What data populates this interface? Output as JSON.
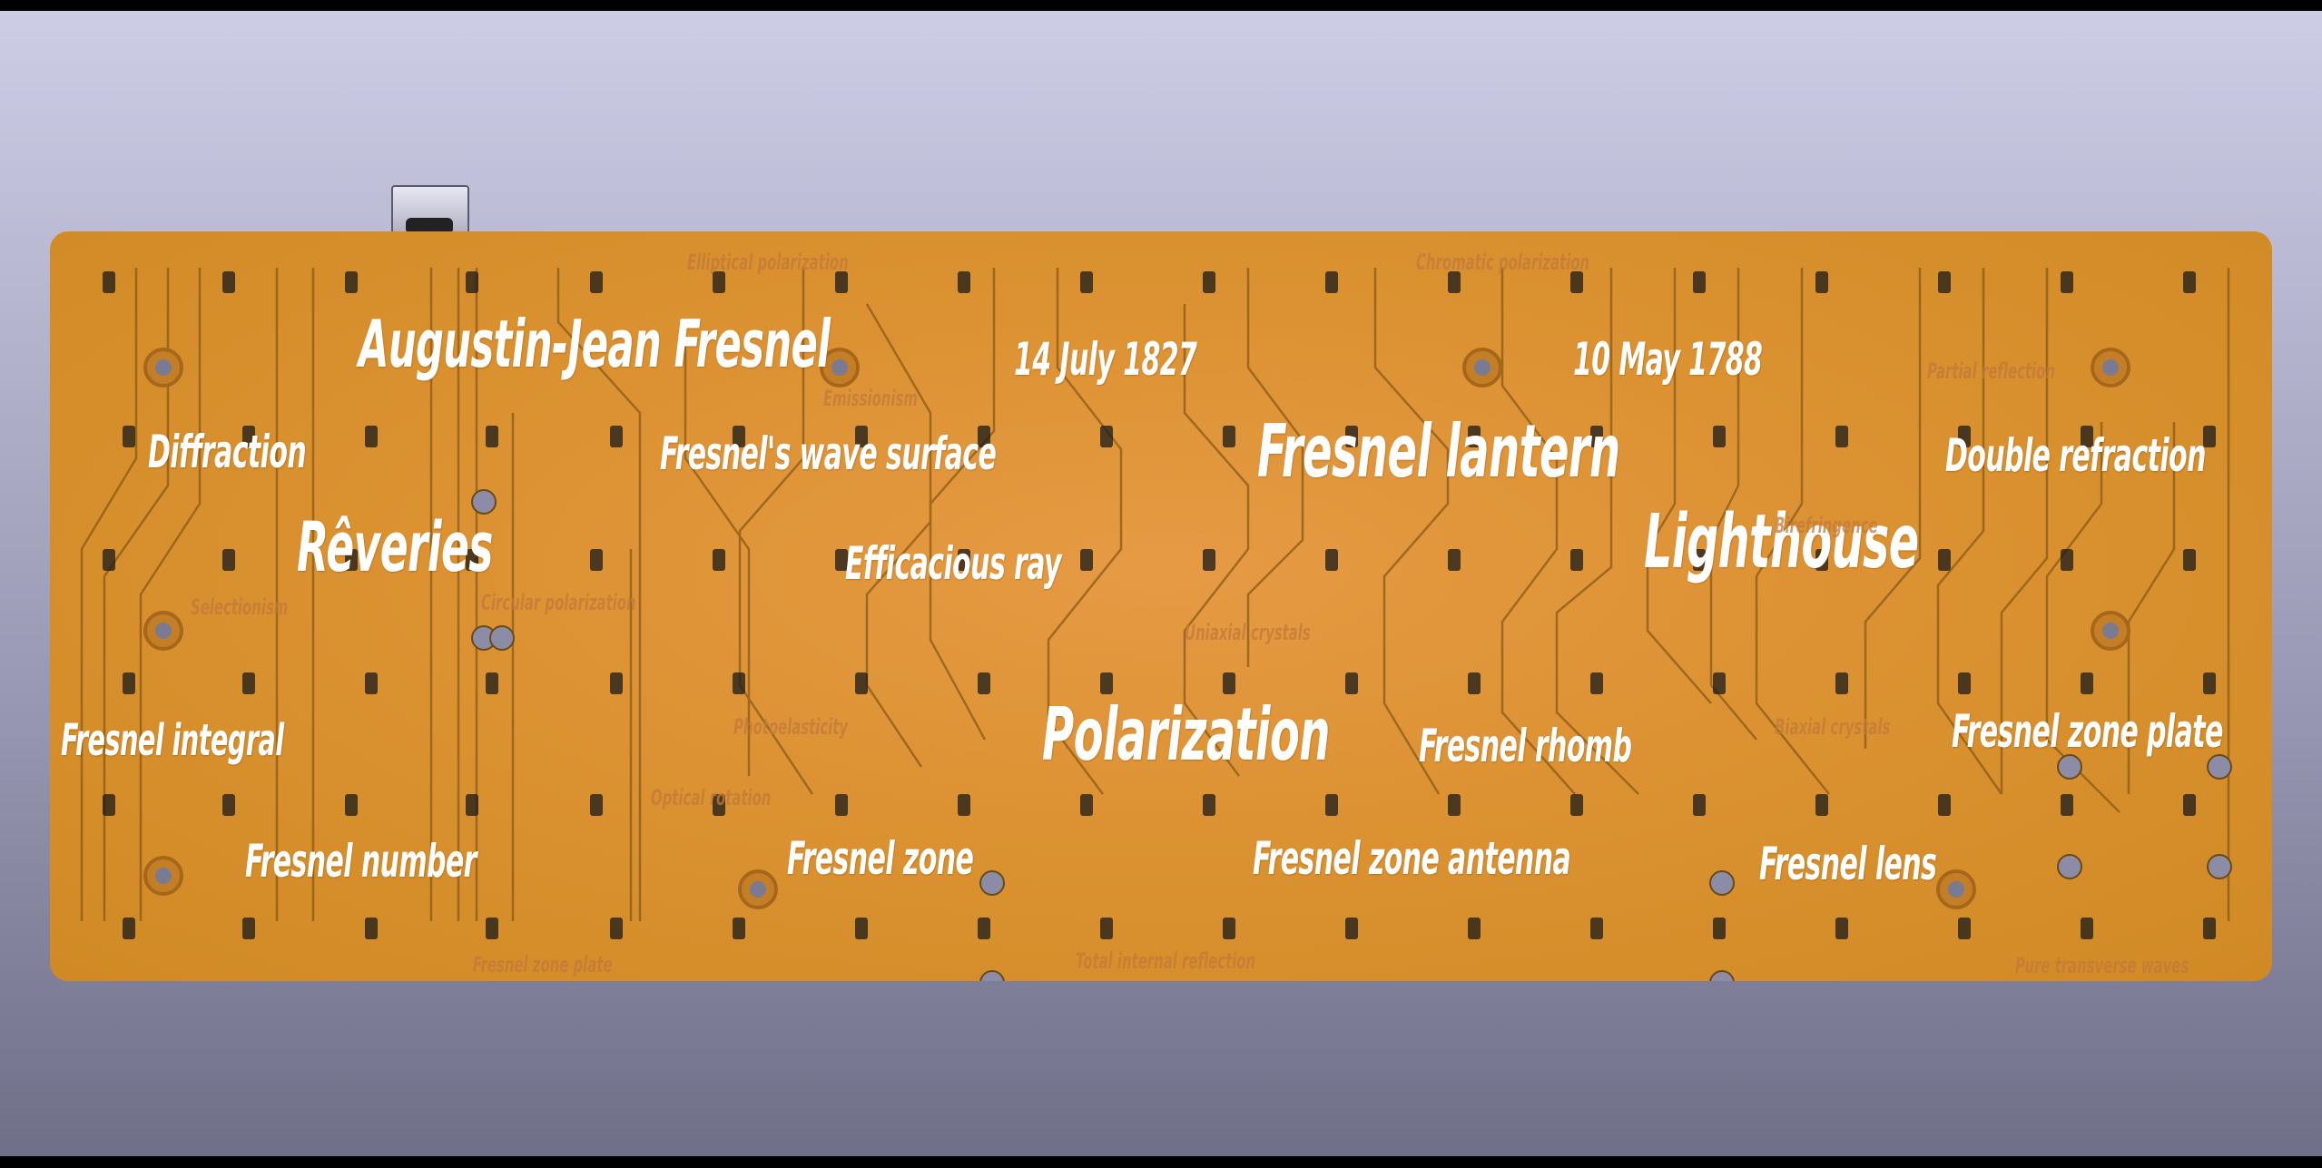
{
  "board": {
    "labels": {
      "fresnel_name": "Augustin-Jean Fresnel",
      "death_date": "14 July 1827",
      "birth_date": "10 May 1788",
      "diffraction": "Diffraction",
      "wave_surface": "Fresnel's wave surface",
      "lantern": "Fresnel lantern",
      "double_refraction": "Double refraction",
      "reveries": "Rêveries",
      "efficacious_ray": "Efficacious ray",
      "lighthouse": "Lighthouse",
      "fresnel_integral": "Fresnel integral",
      "polarization": "Polarization",
      "fresnel_rhomb": "Fresnel rhomb",
      "fresnel_zone_plate": "Fresnel zone plate",
      "fresnel_number": "Fresnel number",
      "fresnel_zone": "Fresnel zone",
      "zone_antenna": "Fresnel zone antenna",
      "fresnel_lens": "Fresnel lens"
    },
    "faint_labels": {
      "elliptical_polarization": "Elliptical polarization",
      "chromatic_polarization": "Chromatic polarization",
      "emissionism": "Emissionism",
      "partial_reflection": "Partial reflection",
      "birefringence": "Birefringence",
      "selectionism": "Selectionism",
      "circular_polarization": "Circular polarization",
      "uniaxial_crystals": "Uniaxial crystals",
      "photoelasticity": "Photoelasticity",
      "biaxial_crystals": "Biaxial crystals",
      "optical_rotation": "Optical rotation",
      "fresnel_zone_plate_small": "Fresnel zone plate",
      "total_internal_reflection": "Total internal reflection",
      "pure_transverse_waves": "Pure transverse waves"
    },
    "colors": {
      "board": "#dc9232",
      "silkscreen": "#ffffff",
      "trace": "#8a5a16",
      "faint_text": "#c27a3a",
      "background_top": "#cdcde6",
      "background_bottom": "#6f6f88"
    }
  }
}
